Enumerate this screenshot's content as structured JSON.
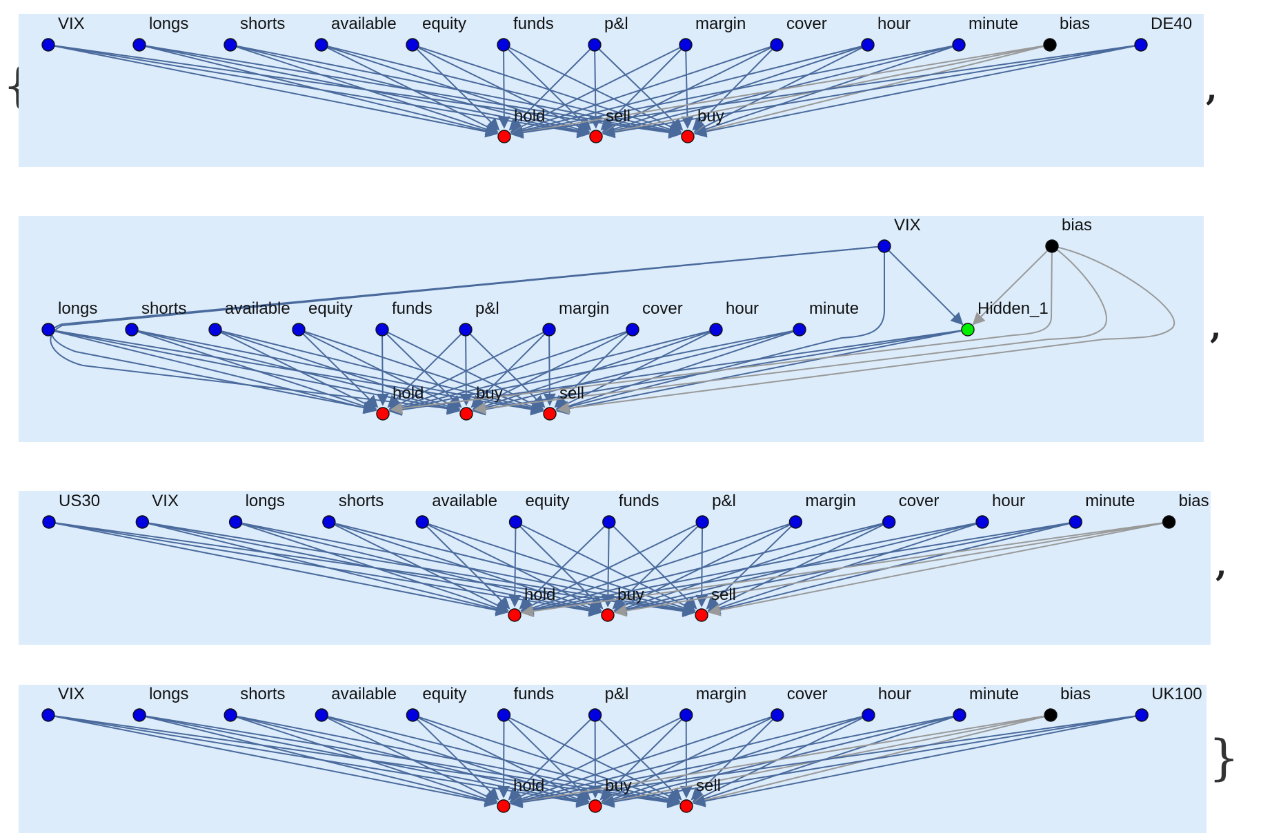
{
  "colors": {
    "panel": "#dcecfb",
    "input_node": "#0000e0",
    "bias_node": "#000000",
    "output_node": "#ff0000",
    "hidden_node": "#00ee00",
    "edge": "#4a6a9c",
    "bias_edge": "#999999"
  },
  "brackets": {
    "open": "{",
    "close": "}",
    "separator": ","
  },
  "networks": [
    {
      "inputs": [
        "VIX",
        "longs",
        "shorts",
        "available",
        "equity",
        "funds",
        "p&l",
        "margin",
        "cover",
        "hour",
        "minute",
        "bias",
        "DE40"
      ],
      "bias": "bias",
      "outputs": [
        "hold",
        "sell",
        "buy"
      ],
      "edges": "full"
    },
    {
      "inputs": [
        "longs",
        "shorts",
        "available",
        "equity",
        "funds",
        "p&l",
        "margin",
        "cover",
        "hour",
        "minute"
      ],
      "top": [
        "VIX",
        "bias"
      ],
      "bias": "bias",
      "hidden": [
        "Hidden_1"
      ],
      "outputs": [
        "hold",
        "buy",
        "sell"
      ],
      "edges": "full"
    },
    {
      "inputs": [
        "US30",
        "VIX",
        "longs",
        "shorts",
        "available",
        "equity",
        "funds",
        "p&l",
        "margin",
        "cover",
        "hour",
        "minute",
        "bias"
      ],
      "bias": "bias",
      "outputs": [
        "hold",
        "buy",
        "sell"
      ],
      "edges": "full"
    },
    {
      "inputs": [
        "VIX",
        "longs",
        "shorts",
        "available",
        "equity",
        "funds",
        "p&l",
        "margin",
        "cover",
        "hour",
        "minute",
        "bias",
        "UK100"
      ],
      "bias": "bias",
      "outputs": [
        "hold",
        "buy",
        "sell"
      ],
      "edges": "full"
    }
  ]
}
